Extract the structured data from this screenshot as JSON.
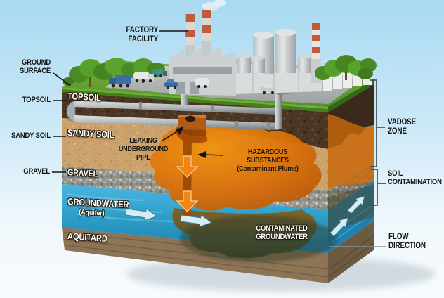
{
  "labels": {
    "factory_facility": "FACTORY FACILITY",
    "ground_surface": "GROUND\nSURFACE",
    "topsoil_callout": "TOPSOIL",
    "sandy_soil_callout": "SANDY SOIL",
    "gravel_callout": "GRAVEL",
    "topsoil_layer": "TOPSOIL",
    "sandy_soil_layer": "SANDY SOIL",
    "gravel_layer": "GRAVEL",
    "groundwater_layer": "GROUNDWATER",
    "groundwater_sub": "(Aquifer)",
    "aquitard_layer": "AQUITARD",
    "leaking_pipe": "LEAKING\nUNDERGROUND\nPIPE",
    "hazardous_substances": "HAZARDOUS SUBSTANCES\n(Contaminant Plume)",
    "contaminated_groundwater": "CONTAMINATED\nGROUNDWATER",
    "vadose_zone": "VADOSE\nZONE",
    "soil_contamination": "SOIL\nCONTAMINATION",
    "flow_direction": "FLOW\nDIRECTION"
  },
  "colors": {
    "sky_top": "#a8d9f1",
    "sky_bottom": "#f8fbfd",
    "grass": "#66a233",
    "topsoil": "#4b3523",
    "sandy_soil": "#cba26b",
    "gravel": "#90918a",
    "groundwater": "#2d9dc8",
    "aquitard": "#8d7454",
    "contaminant_orange": "#d96f0b",
    "flow_arrow_blue": "#d6edf8",
    "pipe_gray": "#b7bcbe",
    "label_black": "#141414",
    "stack_red": "#c15b3b"
  },
  "icons": {
    "down_arrows": "contaminant-flow-down",
    "flow_arrows": "groundwater-flow-right"
  }
}
